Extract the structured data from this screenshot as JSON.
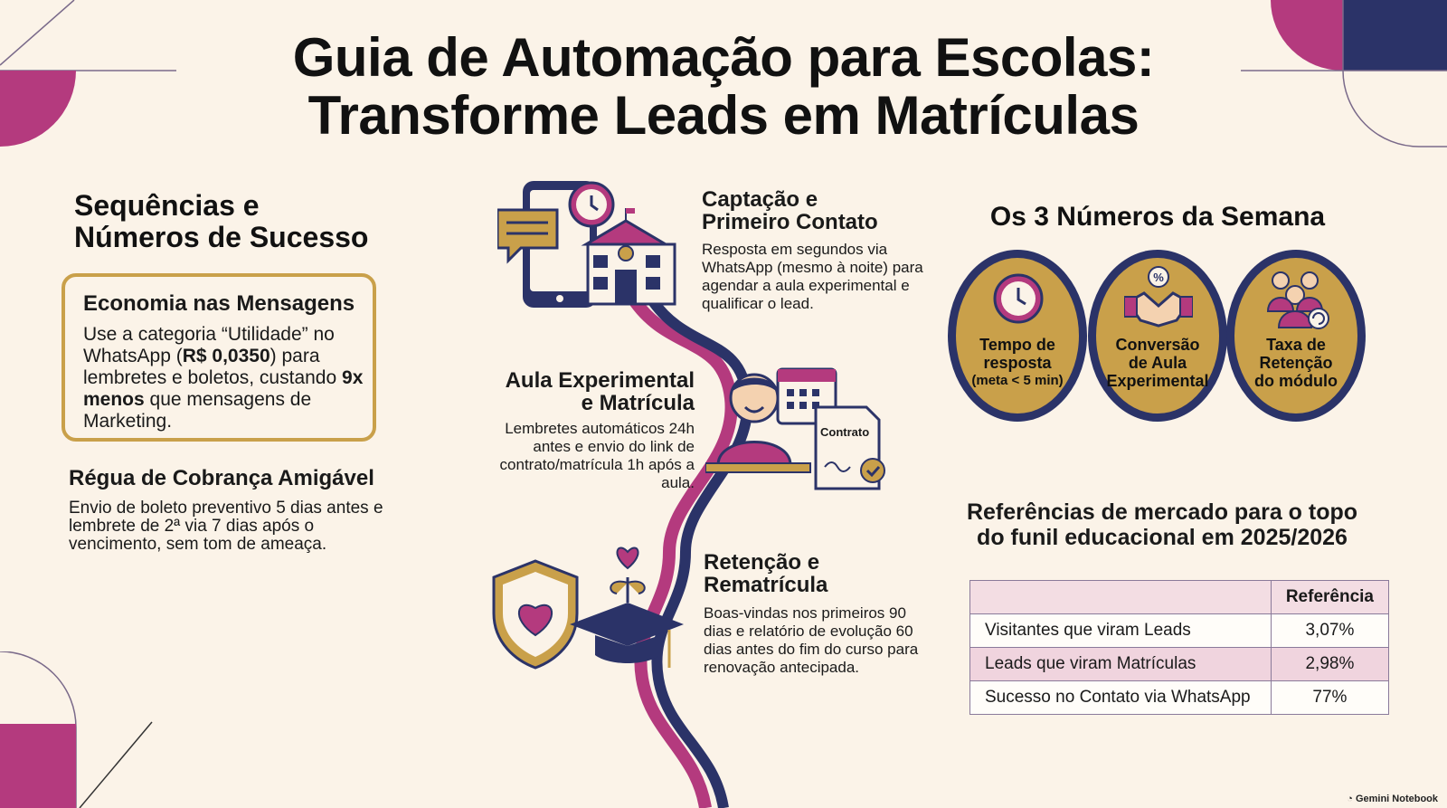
{
  "title_line1": "Guia de Automação para Escolas:",
  "title_line2": "Transforme Leads em Matrículas",
  "left": {
    "heading_line1": "Sequências e",
    "heading_line2": "Números de Sucesso",
    "box_title": "Economia nas Mensagens",
    "box_text_1": "Use a categoria “Utilidade” no WhatsApp (",
    "box_bold_1": "R$ 0,0350",
    "box_text_2": ") para lembretes e boletos, custando ",
    "box_bold_2": "9x menos",
    "box_text_3": " que mensagens de Marketing.",
    "regua_title": "Régua de Cobrança Amigável",
    "regua_text": "Envio de boleto preventivo 5 dias antes e lembrete de 2ª via 7 dias após o vencimento, sem tom de ameaça."
  },
  "steps": {
    "s1_title_1": "Captação e",
    "s1_title_2": "Primeiro Contato",
    "s1_text": "Resposta em segundos via WhatsApp (mesmo à noite) para agendar a aula experimental e qualificar o lead.",
    "s2_title_1": "Aula Experimental",
    "s2_title_2": "e Matrícula",
    "s2_text": "Lembretes automáticos 24h antes e envio do link de contrato/matrícula 1h após a aula.",
    "s3_title_1": "Retenção e",
    "s3_title_2": "Rematrícula",
    "s3_text": "Boas-vindas nos primeiros 90 dias e relatório de evolução 60 dias antes do fim do curso para renovação antecipada.",
    "contract_label": "Contrato"
  },
  "numbers": {
    "heading": "Os 3 Números da Semana",
    "c1_l1": "Tempo de",
    "c1_l2": "resposta",
    "c1_l3": "(meta < 5 min)",
    "c2_l1": "Conversão",
    "c2_l2": "de Aula",
    "c2_l3": "Experimental",
    "c3_l1": "Taxa de",
    "c3_l2": "Retenção",
    "c3_l3": "do módulo"
  },
  "references": {
    "heading_line1": "Referências de mercado para o topo",
    "heading_line2": "do funil educacional em 2025/2026",
    "col_header": "Referência",
    "rows": [
      {
        "label": "Visitantes que viram Leads",
        "value": "3,07%"
      },
      {
        "label": "Leads que viram Matrículas",
        "value": "2,98%"
      },
      {
        "label": "Sucesso no Contato via WhatsApp",
        "value": "77%"
      }
    ]
  },
  "footer": "Gemini Notebook",
  "colors": {
    "cream": "#fbf3e8",
    "magenta": "#b43a7e",
    "navy": "#2b3368",
    "gold": "#c9a04a"
  },
  "icons": [
    "smartphone-icon",
    "chat-bubble-icon",
    "clock-icon",
    "school-building-icon",
    "calendar-icon",
    "student-icon",
    "contract-icon",
    "shield-heart-icon",
    "graduation-cap-icon",
    "handshake-icon",
    "people-cycle-icon"
  ]
}
